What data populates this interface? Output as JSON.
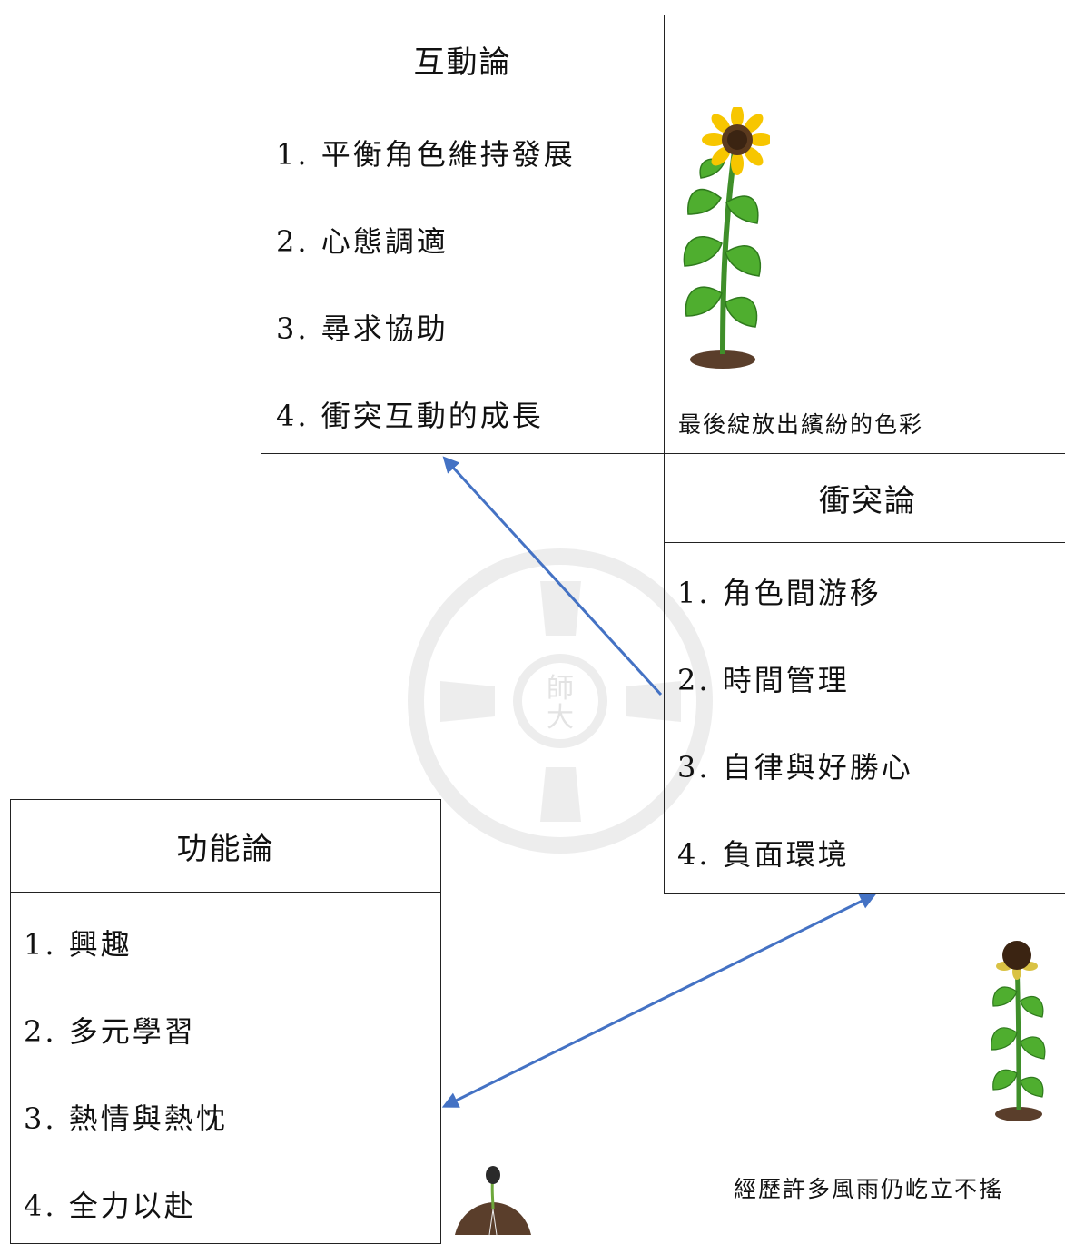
{
  "interaction": {
    "title": "互動論",
    "items": [
      "1. 平衡角色維持發展",
      "2. 心態調適",
      "3. 尋求協助",
      "4. 衝突互動的成長"
    ]
  },
  "conflict": {
    "title": "衝突論",
    "items": [
      "1. 角色間游移",
      "2. 時間管理",
      "3. 自律與好勝心",
      "4. 負面環境"
    ]
  },
  "function": {
    "title": "功能論",
    "items": [
      "1. 興趣",
      "2. 多元學習",
      "3. 熱情與熱忱",
      "4. 全力以赴"
    ]
  },
  "captions": {
    "bloom": "最後綻放出繽紛的色彩",
    "storm": "經歷許多風雨仍屹立不搖"
  },
  "watermark_text": [
    "師",
    "大"
  ],
  "colors": {
    "arrow": "#4472c4",
    "border": "#222222"
  }
}
